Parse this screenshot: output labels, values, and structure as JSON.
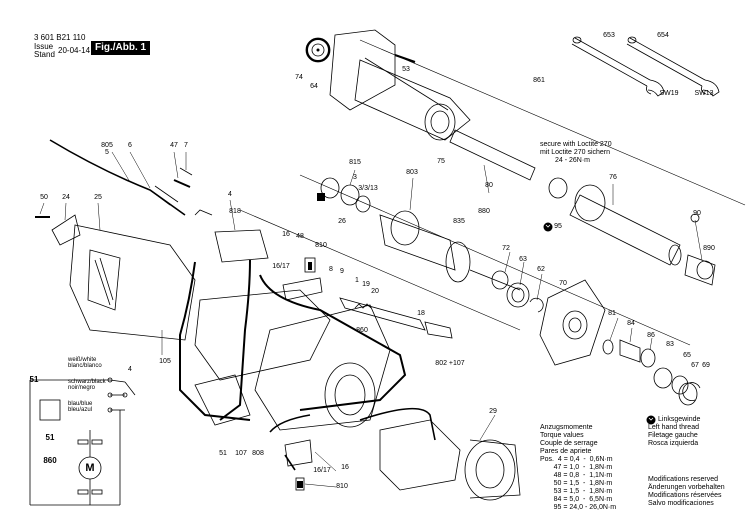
{
  "header": {
    "doc_number": "3 601 B21 110",
    "issue_label": "Issue",
    "stand_label": "Stand",
    "date": "20-04-14",
    "figure": "Fig./Abb. 1"
  },
  "part_numbers": [
    {
      "key": "p653",
      "text": "653"
    },
    {
      "key": "p654",
      "text": "654"
    },
    {
      "key": "sw19",
      "text": "SW19"
    },
    {
      "key": "sw13",
      "text": "SW13"
    },
    {
      "key": "p53",
      "text": "53"
    },
    {
      "key": "p74",
      "text": "74"
    },
    {
      "key": "p64",
      "text": "64"
    },
    {
      "key": "p861",
      "text": "861"
    },
    {
      "key": "p805",
      "text": "805"
    },
    {
      "key": "p5",
      "text": "5"
    },
    {
      "key": "p6",
      "text": "6"
    },
    {
      "key": "p47",
      "text": "47"
    },
    {
      "key": "p7",
      "text": "7"
    },
    {
      "key": "p815",
      "text": "815"
    },
    {
      "key": "p3",
      "text": "3"
    },
    {
      "key": "p3_13",
      "text": "3/3/13"
    },
    {
      "key": "p803",
      "text": "803"
    },
    {
      "key": "p75",
      "text": "75"
    },
    {
      "key": "p80",
      "text": "80"
    },
    {
      "key": "p880",
      "text": "880"
    },
    {
      "key": "p76",
      "text": "76"
    },
    {
      "key": "p50",
      "text": "50"
    },
    {
      "key": "p24",
      "text": "24"
    },
    {
      "key": "p25",
      "text": "25"
    },
    {
      "key": "p4a",
      "text": "4"
    },
    {
      "key": "p818",
      "text": "818"
    },
    {
      "key": "p26",
      "text": "26"
    },
    {
      "key": "p835",
      "text": "835"
    },
    {
      "key": "p95a",
      "text": "95"
    },
    {
      "key": "p90",
      "text": "90"
    },
    {
      "key": "p890",
      "text": "890"
    },
    {
      "key": "p16a",
      "text": "16"
    },
    {
      "key": "p16_17a",
      "text": "16/17"
    },
    {
      "key": "p48",
      "text": "48"
    },
    {
      "key": "p810a",
      "text": "810"
    },
    {
      "key": "p72",
      "text": "72"
    },
    {
      "key": "p63",
      "text": "63"
    },
    {
      "key": "p62",
      "text": "62"
    },
    {
      "key": "p8",
      "text": "8"
    },
    {
      "key": "p9",
      "text": "9"
    },
    {
      "key": "p1",
      "text": "1"
    },
    {
      "key": "p19",
      "text": "19"
    },
    {
      "key": "p20",
      "text": "20"
    },
    {
      "key": "p70",
      "text": "70"
    },
    {
      "key": "p18",
      "text": "18"
    },
    {
      "key": "p81",
      "text": "81"
    },
    {
      "key": "p84",
      "text": "84"
    },
    {
      "key": "p86",
      "text": "86"
    },
    {
      "key": "p83",
      "text": "83"
    },
    {
      "key": "p65",
      "text": "65"
    },
    {
      "key": "p67",
      "text": "67"
    },
    {
      "key": "p69",
      "text": "69"
    },
    {
      "key": "p860a",
      "text": "860"
    },
    {
      "key": "p105",
      "text": "105"
    },
    {
      "key": "p802",
      "text": "802 +107"
    },
    {
      "key": "p4b",
      "text": "4"
    },
    {
      "key": "p51a",
      "text": "51"
    },
    {
      "key": "p51b",
      "text": "51"
    },
    {
      "key": "p860b",
      "text": "860"
    },
    {
      "key": "p29",
      "text": "29"
    },
    {
      "key": "p51c",
      "text": "51"
    },
    {
      "key": "p107",
      "text": "107"
    },
    {
      "key": "p808",
      "text": "808"
    },
    {
      "key": "p16b",
      "text": "16"
    },
    {
      "key": "p16_17b",
      "text": "16/17"
    },
    {
      "key": "p810b",
      "text": "810"
    },
    {
      "key": "motor",
      "text": "M"
    }
  ],
  "loctite_note": [
    "secure with Loctite 270",
    "mit Loctite 270 sichern",
    "24 - 26N·m"
  ],
  "wire_labels": [
    "weiß/white",
    "blanc/blanco",
    "schwarz/black",
    "noir/negro",
    "blau/blue",
    "bleu/azul"
  ],
  "torque": {
    "heading": [
      "Anzugsmomente",
      "Torque values",
      "Couple de serrage",
      "Pares de apriete"
    ],
    "rows": [
      "Pos.  4 = 0,4  -  0,6N·m",
      "       47 = 1,0  -  1,8N·m",
      "       48 = 0,8  -  1,1N·m",
      "       50 = 1,5  -  1,8N·m",
      "       53 = 1,5  -  1,8N·m",
      "       84 = 5,0  -  6,5N·m",
      "       95 = 24,0 - 26,0N·m"
    ]
  },
  "left_hand": {
    "number": "95",
    "lines": [
      "Linksgewinde",
      "Left hand thread",
      "Filetage gauche",
      "Rosca izquierda"
    ]
  },
  "modifications": [
    "Modifications reserved",
    "Änderungen vorbehalten",
    "Modifications réservées",
    "Salvo modificaciones"
  ]
}
